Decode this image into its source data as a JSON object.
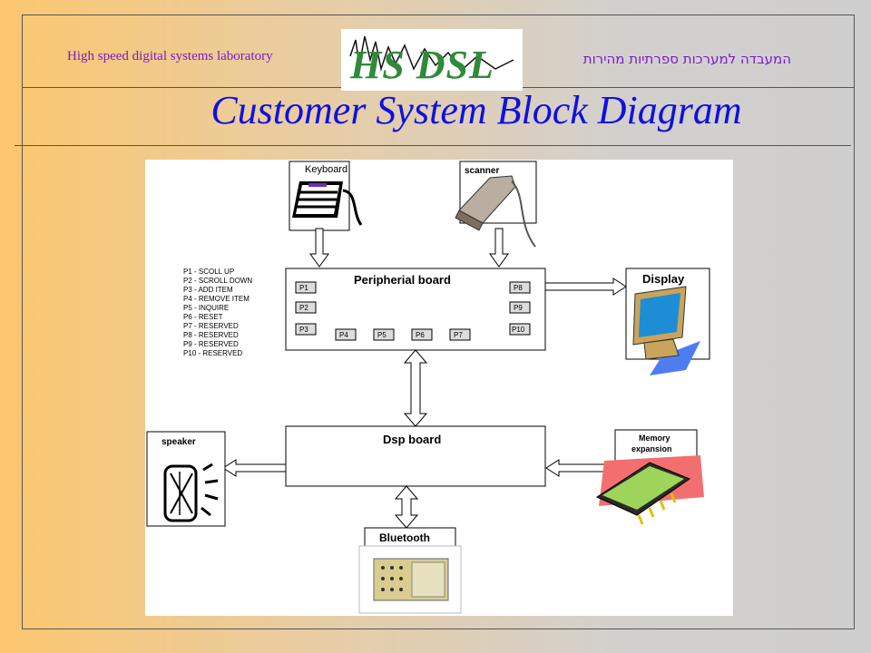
{
  "header": {
    "lab_name_en": "High speed digital systems laboratory",
    "lab_name_he": "המעבדה למערכות ספרתיות מהירות",
    "logo_text": "HS DSL"
  },
  "title": "Customer System Block Diagram",
  "diagram": {
    "devices": {
      "keyboard": "Keyboard",
      "scanner": "scanner",
      "display": "Display",
      "speaker": "speaker",
      "memory_line1": "Memory",
      "memory_line2": "expansion",
      "bluetooth": "Bluetooth"
    },
    "boards": {
      "peripheral": "Peripherial board",
      "dsp": "Dsp board"
    },
    "buttons": [
      "P1",
      "P2",
      "P3",
      "P4",
      "P5",
      "P6",
      "P7",
      "P8",
      "P9",
      "P10"
    ],
    "legend": [
      "P1 - SCOLL UP",
      "P2 - SCROLL DOWN",
      "P3 - ADD ITEM",
      "P4 - REMOVE ITEM",
      "P5 - INQUIRE",
      "P6 - RESET",
      "P7 - RESERVED",
      "P8 - RESERVED",
      "P9 - RESERVED",
      "P10 - RESERVED"
    ]
  },
  "colors": {
    "title": "#1010e0",
    "header_text": "#7a1cc8",
    "logo": "#2f8a3a"
  }
}
